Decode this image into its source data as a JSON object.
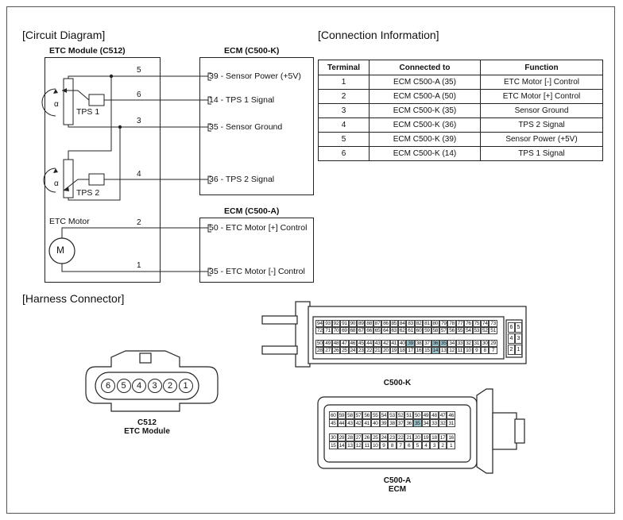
{
  "headers": {
    "circuit": "[Circuit Diagram]",
    "connection": "[Connection Information]",
    "harness": "[Harness Connector]"
  },
  "modules": {
    "etc_module": "ETC Module (C512)",
    "ecm_k": "ECM (C500-K)",
    "ecm_a": "ECM (C500-A)"
  },
  "components": {
    "tps1": "TPS 1",
    "tps2": "TPS 2",
    "etc_motor": "ETC Motor",
    "motor_symbol": "M",
    "alpha": "α"
  },
  "wire_numbers": [
    "5",
    "6",
    "3",
    "4",
    "2",
    "1"
  ],
  "ecm_k_pins": [
    {
      "num": "39",
      "label": " - Sensor Power (+5V)"
    },
    {
      "num": "14",
      "label": " - TPS 1 Signal"
    },
    {
      "num": "35",
      "label": " - Sensor Ground"
    },
    {
      "num": "36",
      "label": " - TPS 2 Signal"
    }
  ],
  "ecm_a_pins": [
    {
      "num": "50",
      "label": " - ETC Motor [+] Control"
    },
    {
      "num": "35",
      "label": " - ETC Motor [-] Control"
    }
  ],
  "table": {
    "columns": [
      "Terminal",
      "Connected to",
      "Function"
    ],
    "rows": [
      [
        "1",
        "ECM C500-A (35)",
        "ETC Motor [-] Control"
      ],
      [
        "2",
        "ECM C500-A (50)",
        "ETC Motor [+] Control"
      ],
      [
        "3",
        "ECM C500-K (35)",
        "Sensor Ground"
      ],
      [
        "4",
        "ECM C500-K (36)",
        "TPS 2 Signal"
      ],
      [
        "5",
        "ECM C500-K (39)",
        "Sensor Power (+5V)"
      ],
      [
        "6",
        "ECM C500-K (14)",
        "TPS 1 Signal"
      ]
    ]
  },
  "c512": {
    "pins": [
      "6",
      "5",
      "4",
      "3",
      "2",
      "1"
    ],
    "caption_line1": "C512",
    "caption_line2": "ETC Module"
  },
  "c500k": {
    "row1": [
      "94",
      "93",
      "92",
      "91",
      "90",
      "89",
      "88",
      "87",
      "86",
      "85",
      "84",
      "83",
      "82",
      "81",
      "80",
      "79",
      "78",
      "77",
      "76",
      "75",
      "74",
      "73"
    ],
    "row2": [
      "72",
      "71",
      "70",
      "69",
      "68",
      "67",
      "66",
      "65",
      "64",
      "63",
      "62",
      "61",
      "60",
      "59",
      "58",
      "57",
      "56",
      "55",
      "54",
      "53",
      "52",
      "51"
    ],
    "row3": [
      "50",
      "49",
      "48",
      "47",
      "46",
      "45",
      "44",
      "43",
      "42",
      "41",
      "40",
      "39",
      "38",
      "37",
      "36",
      "35",
      "34",
      "33",
      "32",
      "31",
      "30",
      "29"
    ],
    "row4": [
      "28",
      "27",
      "26",
      "25",
      "24",
      "23",
      "22",
      "21",
      "20",
      "19",
      "18",
      "17",
      "16",
      "15",
      "14",
      "13",
      "12",
      "11",
      "10",
      "9",
      "8",
      "7"
    ],
    "side": [
      "6",
      "5",
      "4",
      "3",
      "2",
      "1"
    ],
    "highlight": [
      "39",
      "36",
      "35",
      "14"
    ],
    "caption": "C500-K"
  },
  "c500a": {
    "row1": [
      "60",
      "59",
      "58",
      "57",
      "56",
      "55",
      "54",
      "53",
      "52",
      "51",
      "50",
      "49",
      "48",
      "47",
      "46"
    ],
    "row2": [
      "45",
      "44",
      "43",
      "42",
      "41",
      "40",
      "39",
      "38",
      "37",
      "36",
      "35",
      "34",
      "33",
      "32",
      "31"
    ],
    "row3": [
      "30",
      "29",
      "28",
      "27",
      "26",
      "25",
      "24",
      "23",
      "22",
      "21",
      "20",
      "19",
      "18",
      "17",
      "16"
    ],
    "row4": [
      "15",
      "14",
      "13",
      "12",
      "11",
      "10",
      "9",
      "8",
      "7",
      "6",
      "5",
      "4",
      "3",
      "2",
      "1"
    ],
    "highlight": [
      "50",
      "35"
    ],
    "caption_line1": "C500-A",
    "caption_line2": "ECM"
  },
  "colors": {
    "highlight": "#9fc6cf",
    "line": "#222222"
  }
}
